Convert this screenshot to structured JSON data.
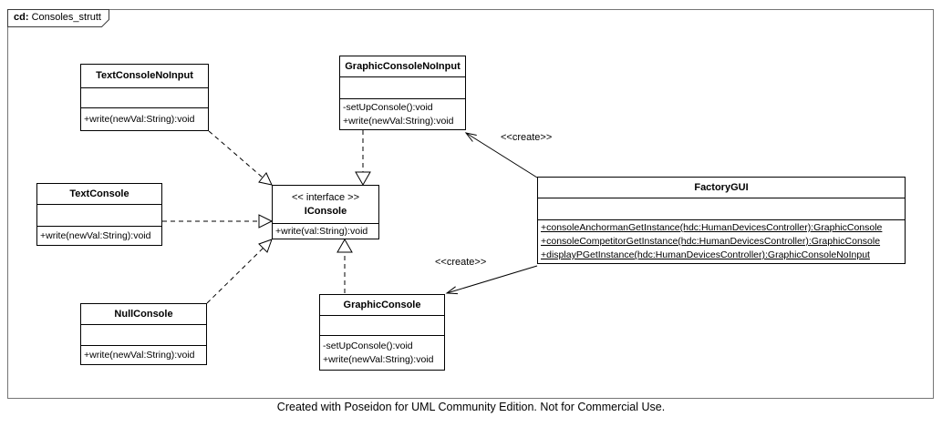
{
  "frame": {
    "tab_prefix": "cd:",
    "tab_title": "Consoles_strutt"
  },
  "classes": [
    {
      "name": "TextConsoleNoInput",
      "attributes": [],
      "methods": [
        "+write(newVal:String):void"
      ]
    },
    {
      "name": "GraphicConsoleNoInput",
      "attributes": [],
      "methods": [
        "-setUpConsole():void",
        "+write(newVal:String):void"
      ]
    },
    {
      "name": "TextConsole",
      "attributes": [],
      "methods": [
        "+write(newVal:String):void"
      ]
    },
    {
      "stereotype": "<< interface >>",
      "name": "IConsole",
      "methods": [
        "+write(val:String):void"
      ]
    },
    {
      "name": "NullConsole",
      "attributes": [],
      "methods": [
        "+write(newVal:String):void"
      ]
    },
    {
      "name": "GraphicConsole",
      "attributes": [],
      "methods": [
        "-setUpConsole():void",
        "+write(newVal:String):void"
      ]
    },
    {
      "name": "FactoryGUI",
      "attributes": [],
      "methods": [
        "+consoleAnchormanGetInstance(hdc:HumanDevicesController):GraphicConsole",
        "+consoleCompetitorGetInstance(hdc:HumanDevicesController):GraphicConsole",
        "+displayPGetInstance(hdc:HumanDevicesController):GraphicConsoleNoInput"
      ]
    }
  ],
  "edges": {
    "create_label_1": "<<create>>",
    "create_label_2": "<<create>>"
  },
  "footer": "Created with Poseidon for UML Community Edition. Not for Commercial Use.",
  "colors": {
    "frame_border": "#757575",
    "box_border": "#000000",
    "background": "#ffffff",
    "text": "#000000"
  }
}
